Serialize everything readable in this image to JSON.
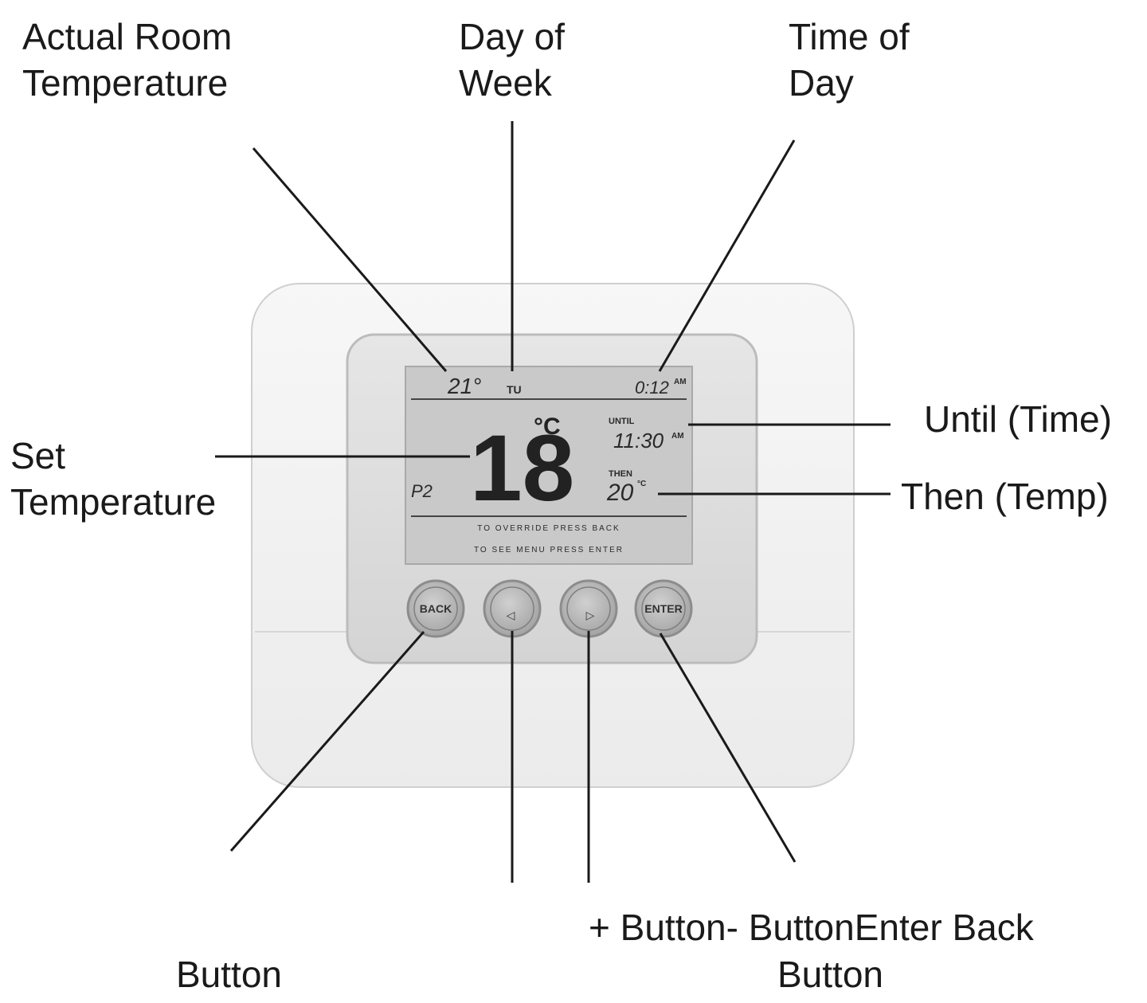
{
  "labels": {
    "actual_room_temperature": [
      "Actual Room",
      "Temperature"
    ],
    "day_of_week": [
      "Day of",
      "Week"
    ],
    "time_of_day": [
      "Time of",
      "Day"
    ],
    "until_time": "Until (Time)",
    "set_temperature": [
      "Set",
      "Temperature"
    ],
    "then_temp": "Then (Temp)",
    "button_left": "Button",
    "bottom_line": "+ Button- ButtonEnter Back",
    "enter_button": "Button"
  },
  "lcd": {
    "room_temp": "21°",
    "day": "TU",
    "time": "0:12",
    "time_suffix": "AM",
    "set_temp": "18",
    "set_unit": "°C",
    "until_tag": "UNTIL",
    "until_time": "11:30",
    "until_suffix": "AM",
    "then_tag": "THEN",
    "then_temp": "20",
    "then_unit": "°C",
    "side_indicator": "P2",
    "message_line_1": "TO OVERRIDE PRESS BACK",
    "message_line_2": "TO SEE MENU PRESS ENTER"
  },
  "buttons": {
    "back": "BACK",
    "left": "◁",
    "right": "▷",
    "enter": "ENTER"
  },
  "colors": {
    "device_body": "#f1f1f1",
    "bezel": "#dedede",
    "lcd": "#c9c9c9",
    "button": "#b8b8b8"
  }
}
